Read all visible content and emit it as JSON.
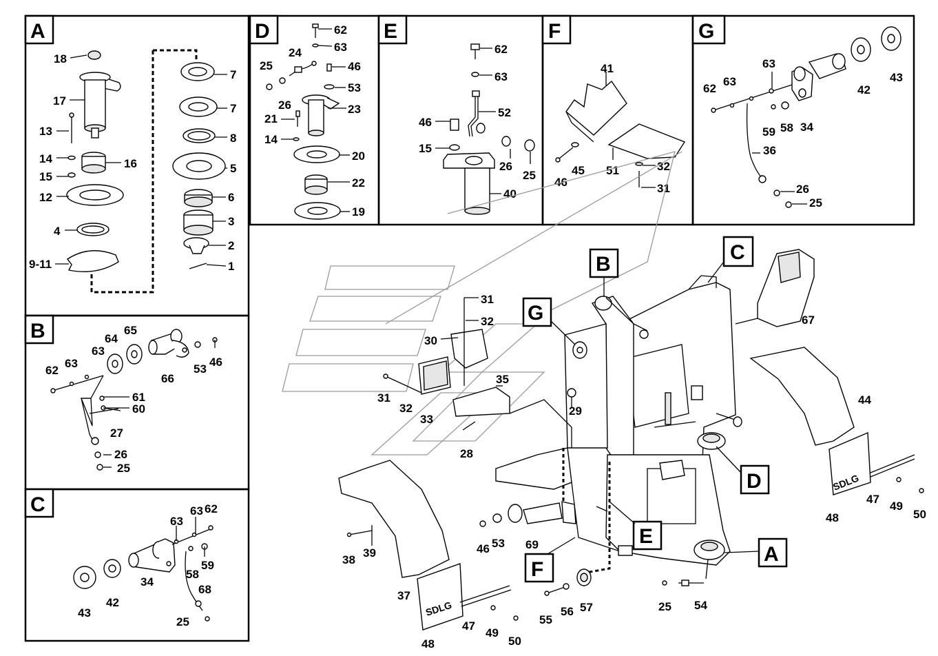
{
  "panels": [
    {
      "letter": "A",
      "labels": [
        "18",
        "17",
        "13",
        "14",
        "15",
        "12",
        "4",
        "9-11",
        "16",
        "7",
        "7",
        "8",
        "5",
        "6",
        "3",
        "2",
        "1"
      ]
    },
    {
      "letter": "B",
      "labels": [
        "62",
        "63",
        "63",
        "64",
        "65",
        "66",
        "53",
        "46",
        "61",
        "60",
        "27",
        "26",
        "25"
      ]
    },
    {
      "letter": "C",
      "labels": [
        "63",
        "63",
        "62",
        "43",
        "42",
        "34",
        "58",
        "59",
        "68",
        "25"
      ]
    },
    {
      "letter": "D",
      "labels": [
        "62",
        "63",
        "24",
        "25",
        "26",
        "46",
        "53",
        "23",
        "21",
        "14",
        "20",
        "22",
        "19"
      ]
    },
    {
      "letter": "E",
      "labels": [
        "62",
        "63",
        "52",
        "46",
        "15",
        "26",
        "25",
        "40"
      ]
    },
    {
      "letter": "F",
      "labels": [
        "41",
        "46",
        "45",
        "51",
        "32",
        "31"
      ]
    },
    {
      "letter": "G",
      "labels": [
        "62",
        "63",
        "63",
        "42",
        "43",
        "59",
        "58",
        "34",
        "36",
        "26",
        "25"
      ]
    }
  ],
  "main": {
    "callouts": [
      "B",
      "C",
      "G",
      "D",
      "E",
      "F",
      "A"
    ],
    "labels": [
      "31",
      "32",
      "30",
      "31",
      "32",
      "33",
      "35",
      "28",
      "29",
      "67",
      "44",
      "48",
      "47",
      "49",
      "50",
      "37",
      "38",
      "39",
      "48",
      "47",
      "49",
      "50",
      "46",
      "53",
      "69",
      "55",
      "56",
      "57",
      "25",
      "54"
    ],
    "logo_text": "SDLG"
  }
}
